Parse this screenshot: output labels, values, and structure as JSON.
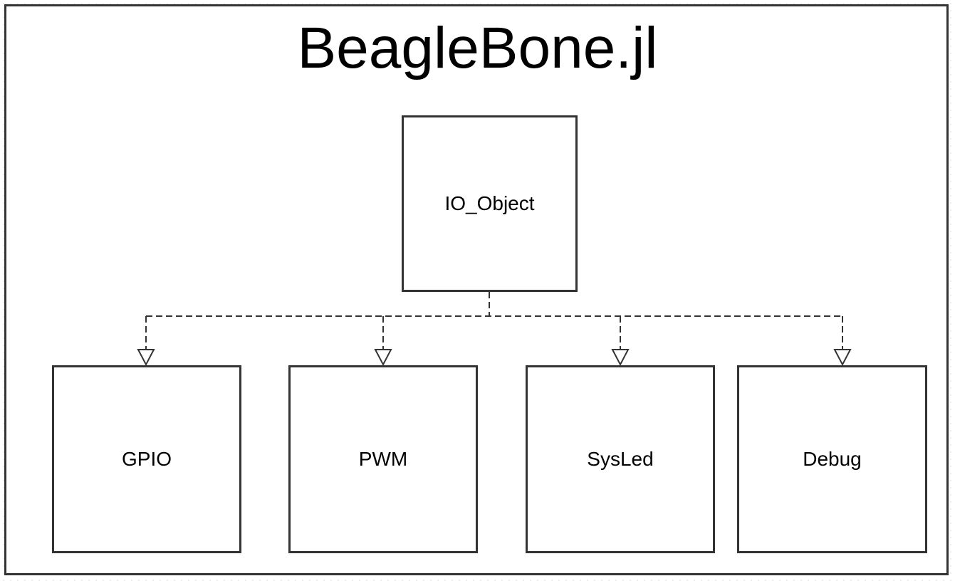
{
  "title": "BeagleBone.jl",
  "parent": {
    "label": "IO_Object"
  },
  "children": [
    {
      "label": "GPIO"
    },
    {
      "label": "PWM"
    },
    {
      "label": "SysLed"
    },
    {
      "label": "Debug"
    }
  ],
  "relationship": "realization (dashed line, hollow triangle arrowhead)",
  "colors": {
    "stroke": "#333333",
    "text": "#000000",
    "background": "#ffffff"
  }
}
